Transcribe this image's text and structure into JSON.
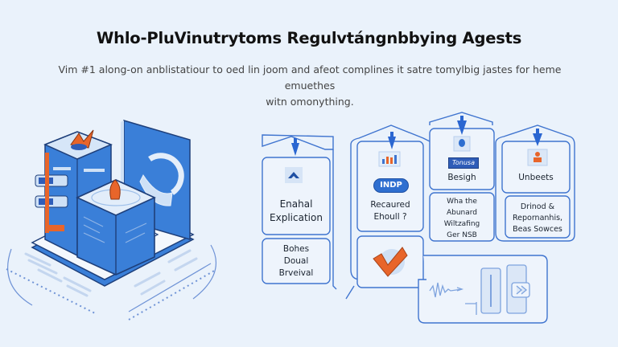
{
  "header": {
    "title": "Whlo-PluVinutrytoms Regulvtángnbbying Agests",
    "subtitle_line1": "Vim #1 along-on anblistatiour to oed lin joom and afeot complines it satre tomylbig jastes for heme emuethes",
    "subtitle_line2": "witn omonything."
  },
  "illustration": {
    "icons": [
      "server-tower-icon",
      "database-cube-icon",
      "monitor-refresh-icon",
      "flame-icon",
      "pin-icon"
    ],
    "colors": {
      "primary": "#3a7fd8",
      "dark": "#1e4fa3",
      "accent": "#e8652a",
      "light": "#cfe1f6"
    }
  },
  "flow": {
    "columns": [
      {
        "boxes": [
          {
            "icon": "chevron-up-icon",
            "label": "Enahal Explication"
          },
          {
            "label": "Bohes Doual Brveival"
          }
        ]
      },
      {
        "boxes": [
          {
            "icon": "chart-icon",
            "pill": "INDP",
            "label": "Recaured Ehoull ?"
          },
          {
            "icon": "checkmark-icon"
          }
        ]
      },
      {
        "boxes": [
          {
            "icon": "lightbulb-icon",
            "badge": "Tonusa",
            "label": "Besigh"
          },
          {
            "label": "Wha the Abunard Wiltzafing Ger NSB"
          }
        ]
      },
      {
        "boxes": [
          {
            "icon": "user-card-icon",
            "label": "Unbeets"
          },
          {
            "label": "Drinod & Repornanhis, Beas Sowces"
          }
        ]
      }
    ],
    "bottom_panel": {
      "icons": [
        "waveform-icon",
        "phone-icon",
        "phone-forward-icon"
      ]
    },
    "colors": {
      "line": "#3f74cf",
      "arrow": "#2a66d1",
      "box_fill": "#eef4fc"
    }
  }
}
